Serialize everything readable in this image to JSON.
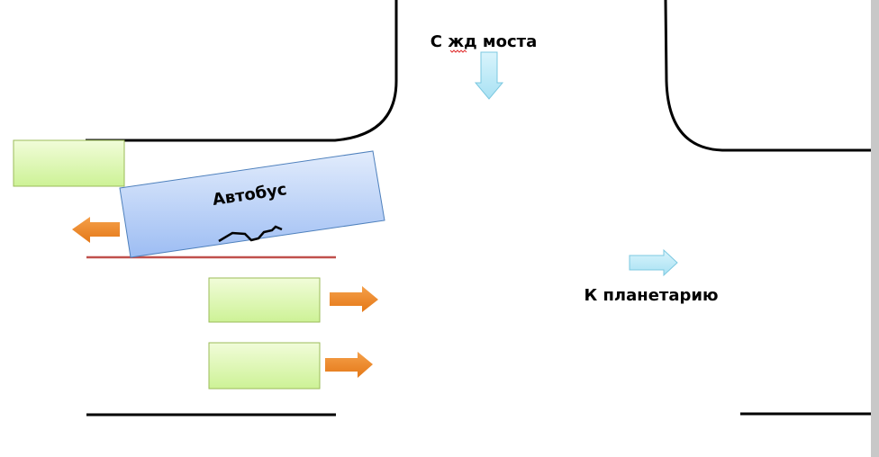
{
  "labels": {
    "from_bridge": "С жд моста",
    "to_planetarium": "К планетарию",
    "bus": "Автобус"
  },
  "colors": {
    "road": "#000000",
    "stop_line": "#c0504d",
    "car_fill": "#d7f5a8",
    "car_border": "#9bbb59",
    "bus_fill": "#b3cdf5",
    "bus_border": "#4f81bd",
    "orange_arrow": "#f08a24",
    "blue_arrow": "#bfe9f7"
  },
  "icons": {
    "direction_down": "arrow-down-icon",
    "direction_right": "arrow-right-icon",
    "car_left": "arrow-left-icon",
    "car_right": "arrow-right-icon"
  }
}
